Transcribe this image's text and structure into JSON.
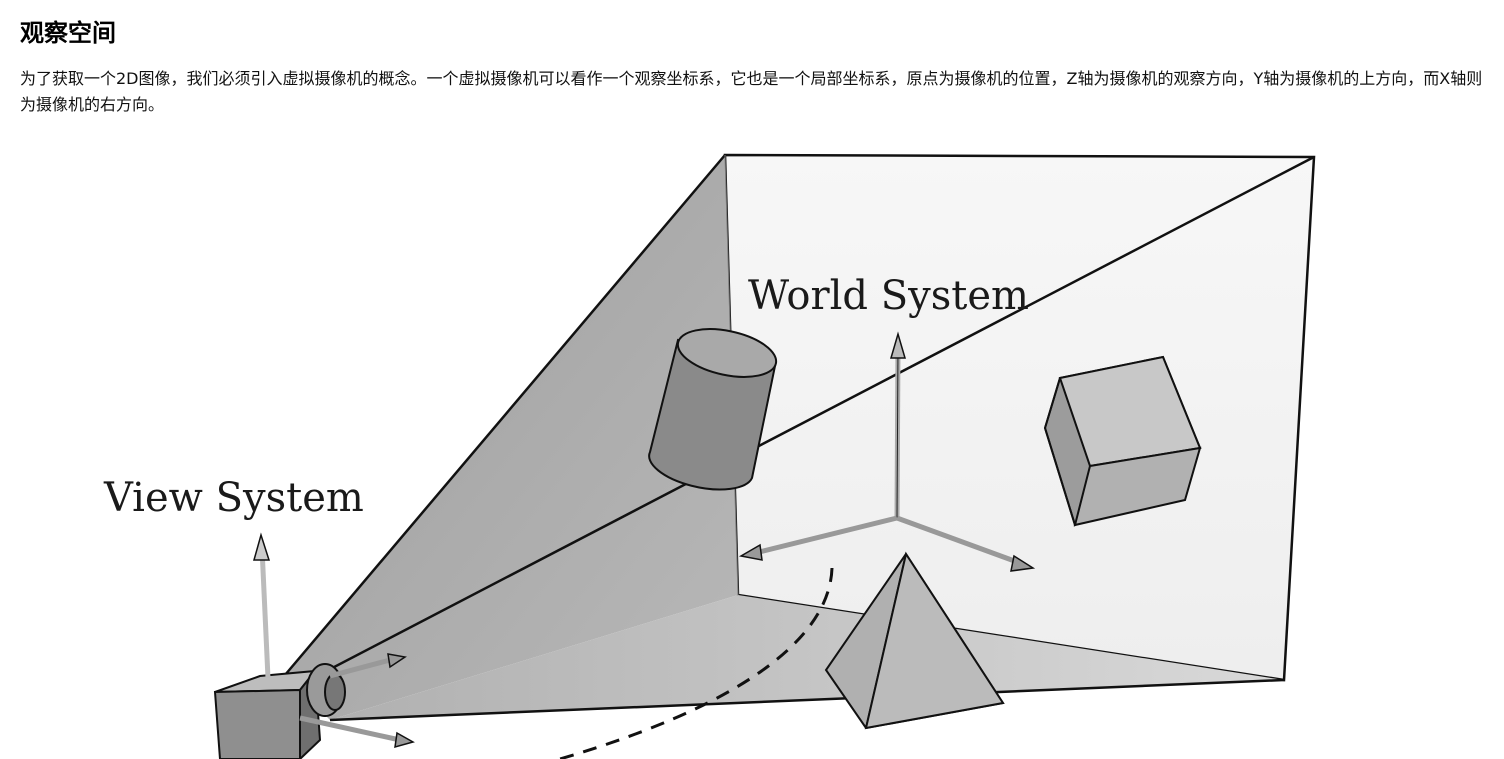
{
  "article": {
    "title": "观察空间",
    "paragraph": "为了获取一个2D图像，我们必须引入虚拟摄像机的概念。一个虚拟摄像机可以看作一个观察坐标系，它也是一个局部坐标系，原点为摄像机的位置，Z轴为摄像机的观察方向，Y轴为摄像机的上方向，而X轴则为摄像机的右方向。"
  },
  "figure": {
    "world_label": "World System",
    "view_label": "View System",
    "colors": {
      "back_wall": "#f2f2f2",
      "left_wall": "#a9a9a9",
      "floor": "#c4c4c4",
      "stroke": "#111111"
    }
  }
}
